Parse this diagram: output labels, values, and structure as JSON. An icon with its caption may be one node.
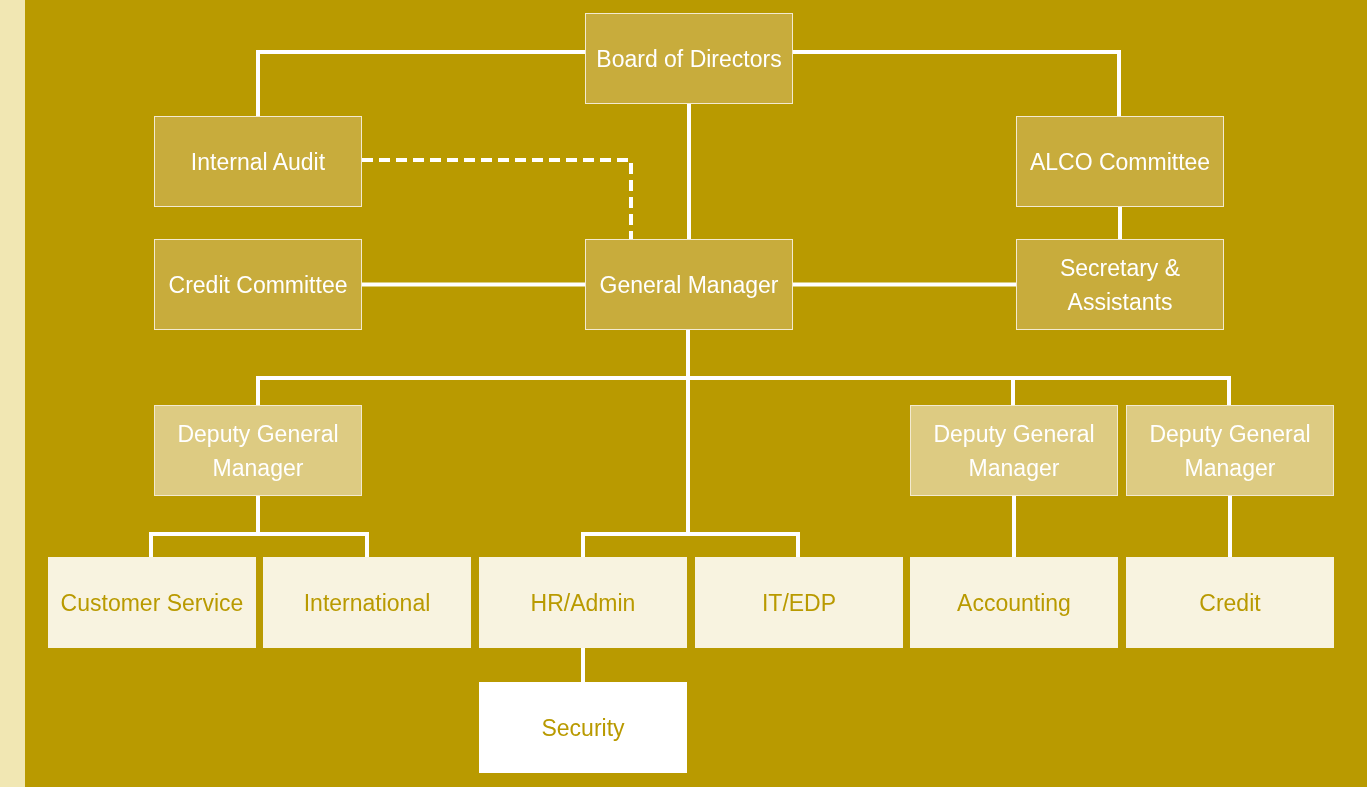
{
  "diagram": {
    "nodes": [
      {
        "text": [
          "Board of Directors"
        ]
      },
      {
        "text": [
          "Internal Audit"
        ]
      },
      {
        "text": [
          "ALCO Committee"
        ]
      },
      {
        "text": [
          "Credit Committee"
        ]
      },
      {
        "text": [
          "General Manager"
        ]
      },
      {
        "text": [
          "Secretary & Assistants"
        ]
      },
      {
        "text": [
          "Deputy General Manager"
        ]
      },
      {
        "text": [
          "Deputy General Manager"
        ]
      },
      {
        "text": [
          "Deputy General Manager"
        ]
      },
      {
        "text": [
          "Customer Service"
        ]
      },
      {
        "text": [
          "International"
        ]
      },
      {
        "text": [
          "HR/Admin"
        ]
      },
      {
        "text": [
          "IT/EDP"
        ]
      },
      {
        "text": [
          "Accounting"
        ]
      },
      {
        "text": [
          "Credit"
        ]
      },
      {
        "text": [
          "Security"
        ]
      }
    ],
    "edges": [
      {
        "from": 0,
        "to": 1,
        "arrow": "none"
      },
      {
        "from": 0,
        "to": 2,
        "arrow": "none"
      },
      {
        "from": 0,
        "to": 4,
        "arrow": "none"
      },
      {
        "from": 1,
        "to": 4,
        "arrow": "none",
        "style": "dashed"
      },
      {
        "from": 2,
        "to": 5,
        "arrow": "none"
      },
      {
        "from": 3,
        "to": 4,
        "arrow": "none"
      },
      {
        "from": 4,
        "to": 5,
        "arrow": "none"
      },
      {
        "from": 4,
        "to": 6,
        "arrow": "none"
      },
      {
        "from": 4,
        "to": 7,
        "arrow": "none"
      },
      {
        "from": 4,
        "to": 8,
        "arrow": "none"
      },
      {
        "from": 4,
        "to": 11,
        "arrow": "none"
      },
      {
        "from": 4,
        "to": 12,
        "arrow": "none"
      },
      {
        "from": 6,
        "to": 9,
        "arrow": "none"
      },
      {
        "from": 6,
        "to": 10,
        "arrow": "none"
      },
      {
        "from": 7,
        "to": 13,
        "arrow": "none"
      },
      {
        "from": 8,
        "to": 14,
        "arrow": "none"
      },
      {
        "from": 11,
        "to": 15,
        "arrow": "none"
      }
    ]
  }
}
